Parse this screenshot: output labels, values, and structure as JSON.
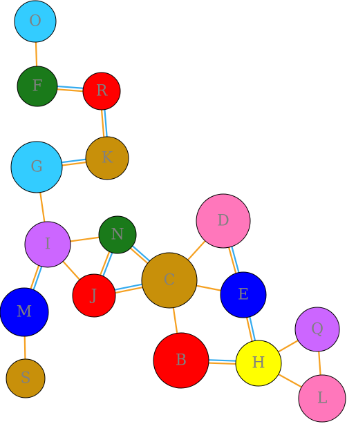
{
  "nodes": [
    {
      "id": "O",
      "label": "O",
      "color": "#33ccff"
    },
    {
      "id": "F",
      "label": "F",
      "color": "#1a7a1a"
    },
    {
      "id": "R",
      "label": "R",
      "color": "#ff0000"
    },
    {
      "id": "G",
      "label": "G",
      "color": "#33ccff"
    },
    {
      "id": "K",
      "label": "K",
      "color": "#c8900a"
    },
    {
      "id": "D",
      "label": "D",
      "color": "#ff77bb"
    },
    {
      "id": "I",
      "label": "I",
      "color": "#cc66ff"
    },
    {
      "id": "N",
      "label": "N",
      "color": "#1a7a1a"
    },
    {
      "id": "C",
      "label": "C",
      "color": "#c8900a"
    },
    {
      "id": "J",
      "label": "J",
      "color": "#ff0000"
    },
    {
      "id": "E",
      "label": "E",
      "color": "#0000ff"
    },
    {
      "id": "M",
      "label": "M",
      "color": "#0000ff"
    },
    {
      "id": "Q",
      "label": "Q",
      "color": "#cc66ff"
    },
    {
      "id": "B",
      "label": "B",
      "color": "#ff0000"
    },
    {
      "id": "H",
      "label": "H",
      "color": "#ffff00"
    },
    {
      "id": "S",
      "label": "S",
      "color": "#c8900a"
    },
    {
      "id": "L",
      "label": "L",
      "color": "#ff77bb"
    }
  ],
  "edges": [
    {
      "from": "O",
      "to": "F",
      "style": "single"
    },
    {
      "from": "F",
      "to": "R",
      "style": "double"
    },
    {
      "from": "R",
      "to": "K",
      "style": "double"
    },
    {
      "from": "G",
      "to": "K",
      "style": "double"
    },
    {
      "from": "G",
      "to": "I",
      "style": "single"
    },
    {
      "from": "I",
      "to": "N",
      "style": "single"
    },
    {
      "from": "I",
      "to": "J",
      "style": "single"
    },
    {
      "from": "I",
      "to": "M",
      "style": "double"
    },
    {
      "from": "M",
      "to": "S",
      "style": "single"
    },
    {
      "from": "N",
      "to": "J",
      "style": "double"
    },
    {
      "from": "N",
      "to": "C",
      "style": "double"
    },
    {
      "from": "J",
      "to": "C",
      "style": "double"
    },
    {
      "from": "C",
      "to": "D",
      "style": "single"
    },
    {
      "from": "C",
      "to": "E",
      "style": "single"
    },
    {
      "from": "C",
      "to": "B",
      "style": "single"
    },
    {
      "from": "D",
      "to": "E",
      "style": "double"
    },
    {
      "from": "E",
      "to": "H",
      "style": "double"
    },
    {
      "from": "B",
      "to": "H",
      "style": "double"
    },
    {
      "from": "H",
      "to": "Q",
      "style": "single"
    },
    {
      "from": "H",
      "to": "L",
      "style": "single"
    },
    {
      "from": "Q",
      "to": "L",
      "style": "single"
    }
  ],
  "colors": {
    "edge_primary": "#f5a020",
    "edge_secondary": "#33aaee",
    "outline": "#000000"
  }
}
